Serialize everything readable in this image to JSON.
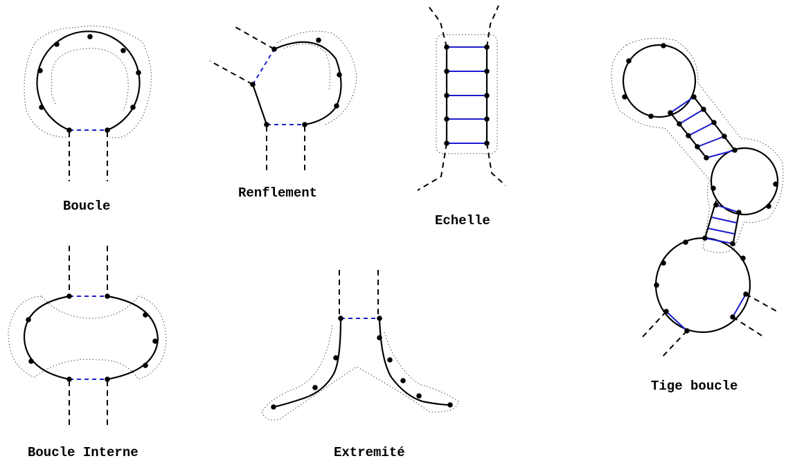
{
  "labels": {
    "boucle": "Boucle",
    "renflement": "Renflement",
    "echelle": "Echelle",
    "tige_boucle": "Tige boucle",
    "boucle_interne": "Boucle Interne",
    "extremite": "Extremité"
  },
  "colors": {
    "backbone": "#000000",
    "base_pair": "#1a1ad0",
    "halo": "#444444",
    "background": "#ffffff"
  }
}
